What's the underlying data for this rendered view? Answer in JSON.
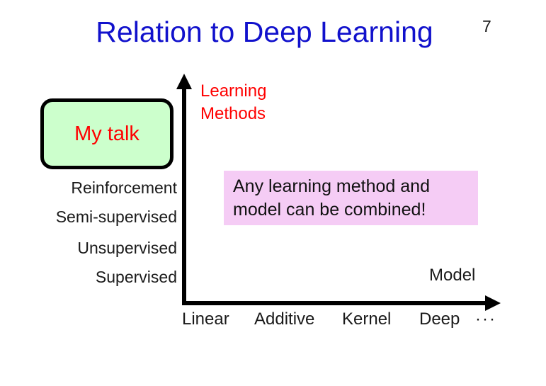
{
  "slide": {
    "title": "Relation to Deep Learning",
    "title_color": "#1111cc",
    "page_number": "7",
    "background": "#ffffff"
  },
  "callout": {
    "label": "My talk",
    "text_color": "#ff0000",
    "fill_color": "#ccffcc",
    "border_color": "#000000"
  },
  "note": {
    "text": "Any learning method and\nmodel can be combined!",
    "fill_color": "#f5ccf5",
    "text_color": "#111111"
  },
  "chart_data": {
    "type": "scatter",
    "title": "Relation to Deep Learning",
    "ylabel": "Learning\nMethods",
    "xlabel": "Model",
    "ylabel_color": "#ff0000",
    "xlabel_color": "#1a1a1a",
    "grid": false,
    "legend": "none",
    "categories_y": [
      "Reinforcement",
      "Semi-supervised",
      "Unsupervised",
      "Supervised"
    ],
    "categories_x": [
      "Linear",
      "Additive",
      "Kernel",
      "Deep",
      "···"
    ],
    "series": [],
    "annotations": [
      "My talk",
      "Any learning method and model can be combined!"
    ],
    "axis_style": {
      "y_axis": "arrow-up",
      "x_axis": "arrow-right",
      "color": "#000000"
    }
  }
}
